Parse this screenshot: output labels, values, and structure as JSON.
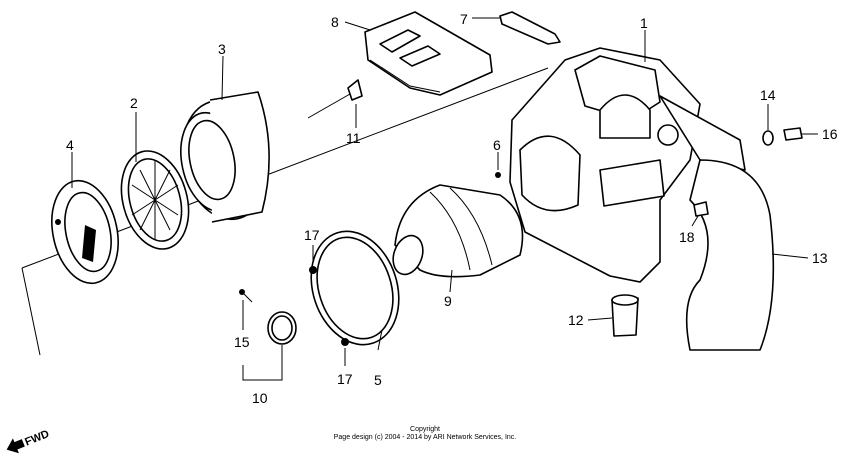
{
  "callouts": {
    "c1": "1",
    "c2": "2",
    "c3": "3",
    "c4": "4",
    "c5": "5",
    "c6": "6",
    "c7": "7",
    "c8": "8",
    "c9": "9",
    "c10": "10",
    "c11": "11",
    "c12": "12",
    "c13": "13",
    "c14": "14",
    "c15": "15",
    "c16": "16",
    "c17a": "17",
    "c17b": "17",
    "c18": "18"
  },
  "direction_label": "FWD",
  "copyright": {
    "line1": "Copyright",
    "line2": "Page design (c) 2004 - 2014 by ARI Network Services, Inc."
  }
}
